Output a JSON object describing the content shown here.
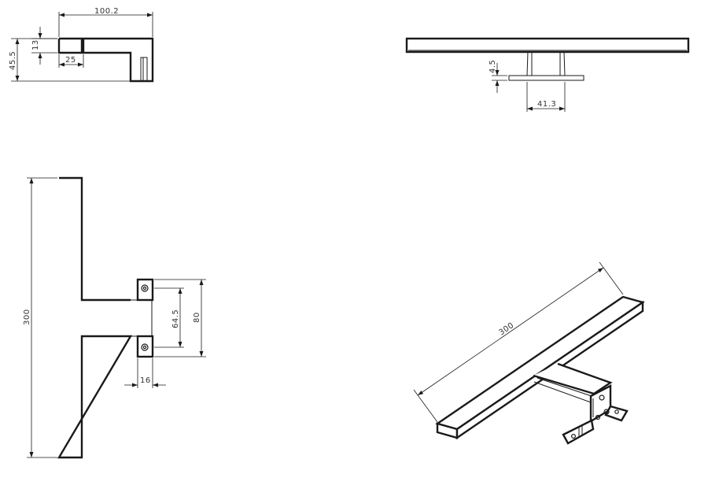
{
  "drawing": {
    "views": [
      "side-view",
      "front-view",
      "top-view",
      "isometric-view"
    ],
    "dimensions": {
      "side_width": "100.2",
      "side_thickness": "13",
      "side_height": "45.5",
      "side_offset": "25",
      "front_plate_gap": "4.5",
      "front_neck_width": "41.3",
      "top_length": "300",
      "top_hole_spacing": "64.5",
      "top_bracket_height": "80",
      "top_bracket_depth": "16",
      "iso_length": "300"
    }
  }
}
